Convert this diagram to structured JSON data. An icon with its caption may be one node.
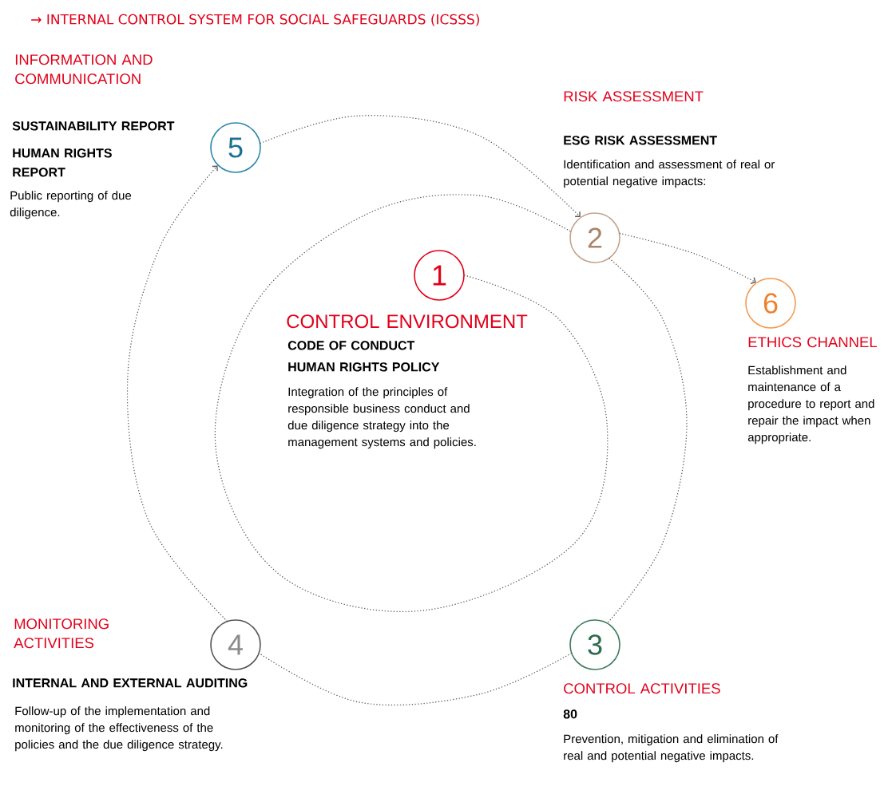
{
  "diagram": {
    "title": "→ INTERNAL CONTROL SYSTEM FOR SOCIAL SAFEGUARDS (ICSSS)",
    "nodes": [
      {
        "text": [
          "1"
        ],
        "beside": [
          "CONTROL ENVIRONMENT",
          "CODE OF CONDUCT",
          "HUMAN RIGHTS POLICY",
          "Integration of the principles of responsible business conduct and due diligence strategy into the management systems and policies."
        ]
      },
      {
        "text": [
          "2"
        ],
        "beside": [
          "RISK ASSESSMENT",
          "ESG RISK ASSESSMENT",
          "Identification and assessment of real or potential negative impacts:"
        ]
      },
      {
        "text": [
          "3"
        ],
        "beside": [
          "CONTROL ACTIVITIES",
          "80",
          "Prevention, mitigation and elimination of real and potential negative impacts."
        ]
      },
      {
        "text": [
          "4"
        ],
        "beside": [
          "MONITORING ACTIVITIES",
          "INTERNAL AND EXTERNAL AUDITING",
          "Follow-up of the implementation and monitoring of the effectiveness of the policies and the due diligence strategy."
        ]
      },
      {
        "text": [
          "5"
        ],
        "beside": [
          "INFORMATION AND COMMUNICATION",
          "SUSTAINABILITY REPORT",
          "HUMAN RIGHTS REPORT",
          "Public reporting of due diligence."
        ]
      },
      {
        "text": [
          "6"
        ],
        "beside": [
          "ETHICS CHANNEL",
          "Establishment and maintenance of a procedure to report and repair the impact when appropriate."
        ]
      }
    ],
    "edges": [
      {
        "from": 0,
        "to": 1,
        "arrow": "none"
      },
      {
        "from": 1,
        "to": 2,
        "arrow": "none"
      },
      {
        "from": 2,
        "to": 3,
        "arrow": "none"
      },
      {
        "from": 3,
        "to": 4,
        "arrow": "to"
      },
      {
        "from": 4,
        "to": 1,
        "arrow": "to"
      },
      {
        "from": 1,
        "to": 5,
        "arrow": "to"
      }
    ]
  }
}
